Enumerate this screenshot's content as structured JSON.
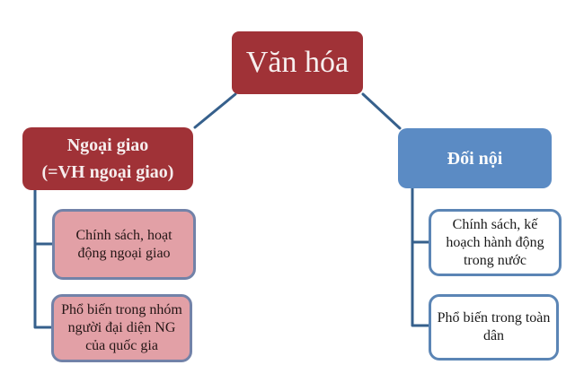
{
  "diagram": {
    "title_node": {
      "label": "Văn hóa"
    },
    "left_branch": {
      "header": {
        "label": "Ngoại giao\n(=VH ngoại giao)"
      },
      "children": [
        {
          "label": "Chính sách, hoạt\nđộng ngoại giao"
        },
        {
          "label": "Phổ biến trong nhóm\nngười đại diện NG\ncủa quốc gia"
        }
      ]
    },
    "right_branch": {
      "header": {
        "label": "Đối nội"
      },
      "children": [
        {
          "label": "Chính sách, kế\nhoạch hành động\ntrong nước"
        },
        {
          "label": "Phổ biến trong toàn\ndân"
        }
      ]
    },
    "colors": {
      "root_fill": "#A03237",
      "left_header_fill": "#A03237",
      "right_header_fill": "#5B8BC4",
      "pink_child_fill": "#E2A0A6",
      "pink_child_border": "#7282A8",
      "white_child_fill": "#FFFFFF",
      "white_child_border": "#5B85B5",
      "connector": "#36608C",
      "background": "#FFFFFF",
      "header_text": "#FFFFFF",
      "child_text": "#1A1A1A"
    }
  }
}
